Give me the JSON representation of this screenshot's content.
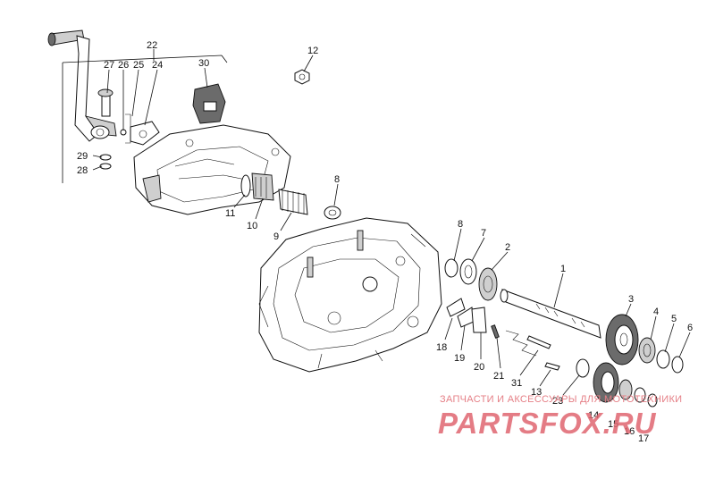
{
  "diagram": {
    "callouts": {
      "c1": "1",
      "c2": "2",
      "c3": "3",
      "c4": "4",
      "c5": "5",
      "c6": "6",
      "c7": "7",
      "c8a": "8",
      "c8b": "8",
      "c9": "9",
      "c10": "10",
      "c11": "11",
      "c12": "12",
      "c13": "13",
      "c14": "14",
      "c15": "15",
      "c16": "16",
      "c17": "17",
      "c18": "18",
      "c19": "19",
      "c20": "20",
      "c21": "21",
      "c22": "22",
      "c23": "23",
      "c24": "24",
      "c25": "25",
      "c26": "26",
      "c27": "27",
      "c28": "28",
      "c29": "29",
      "c30": "30",
      "c31": "31"
    }
  },
  "watermark": {
    "tagline": "ЗАПЧАСТИ И АКСЕССУАРЫ ДЛЯ МОТОТЕХНИКИ",
    "logo": "PARTSFOX.RU"
  }
}
